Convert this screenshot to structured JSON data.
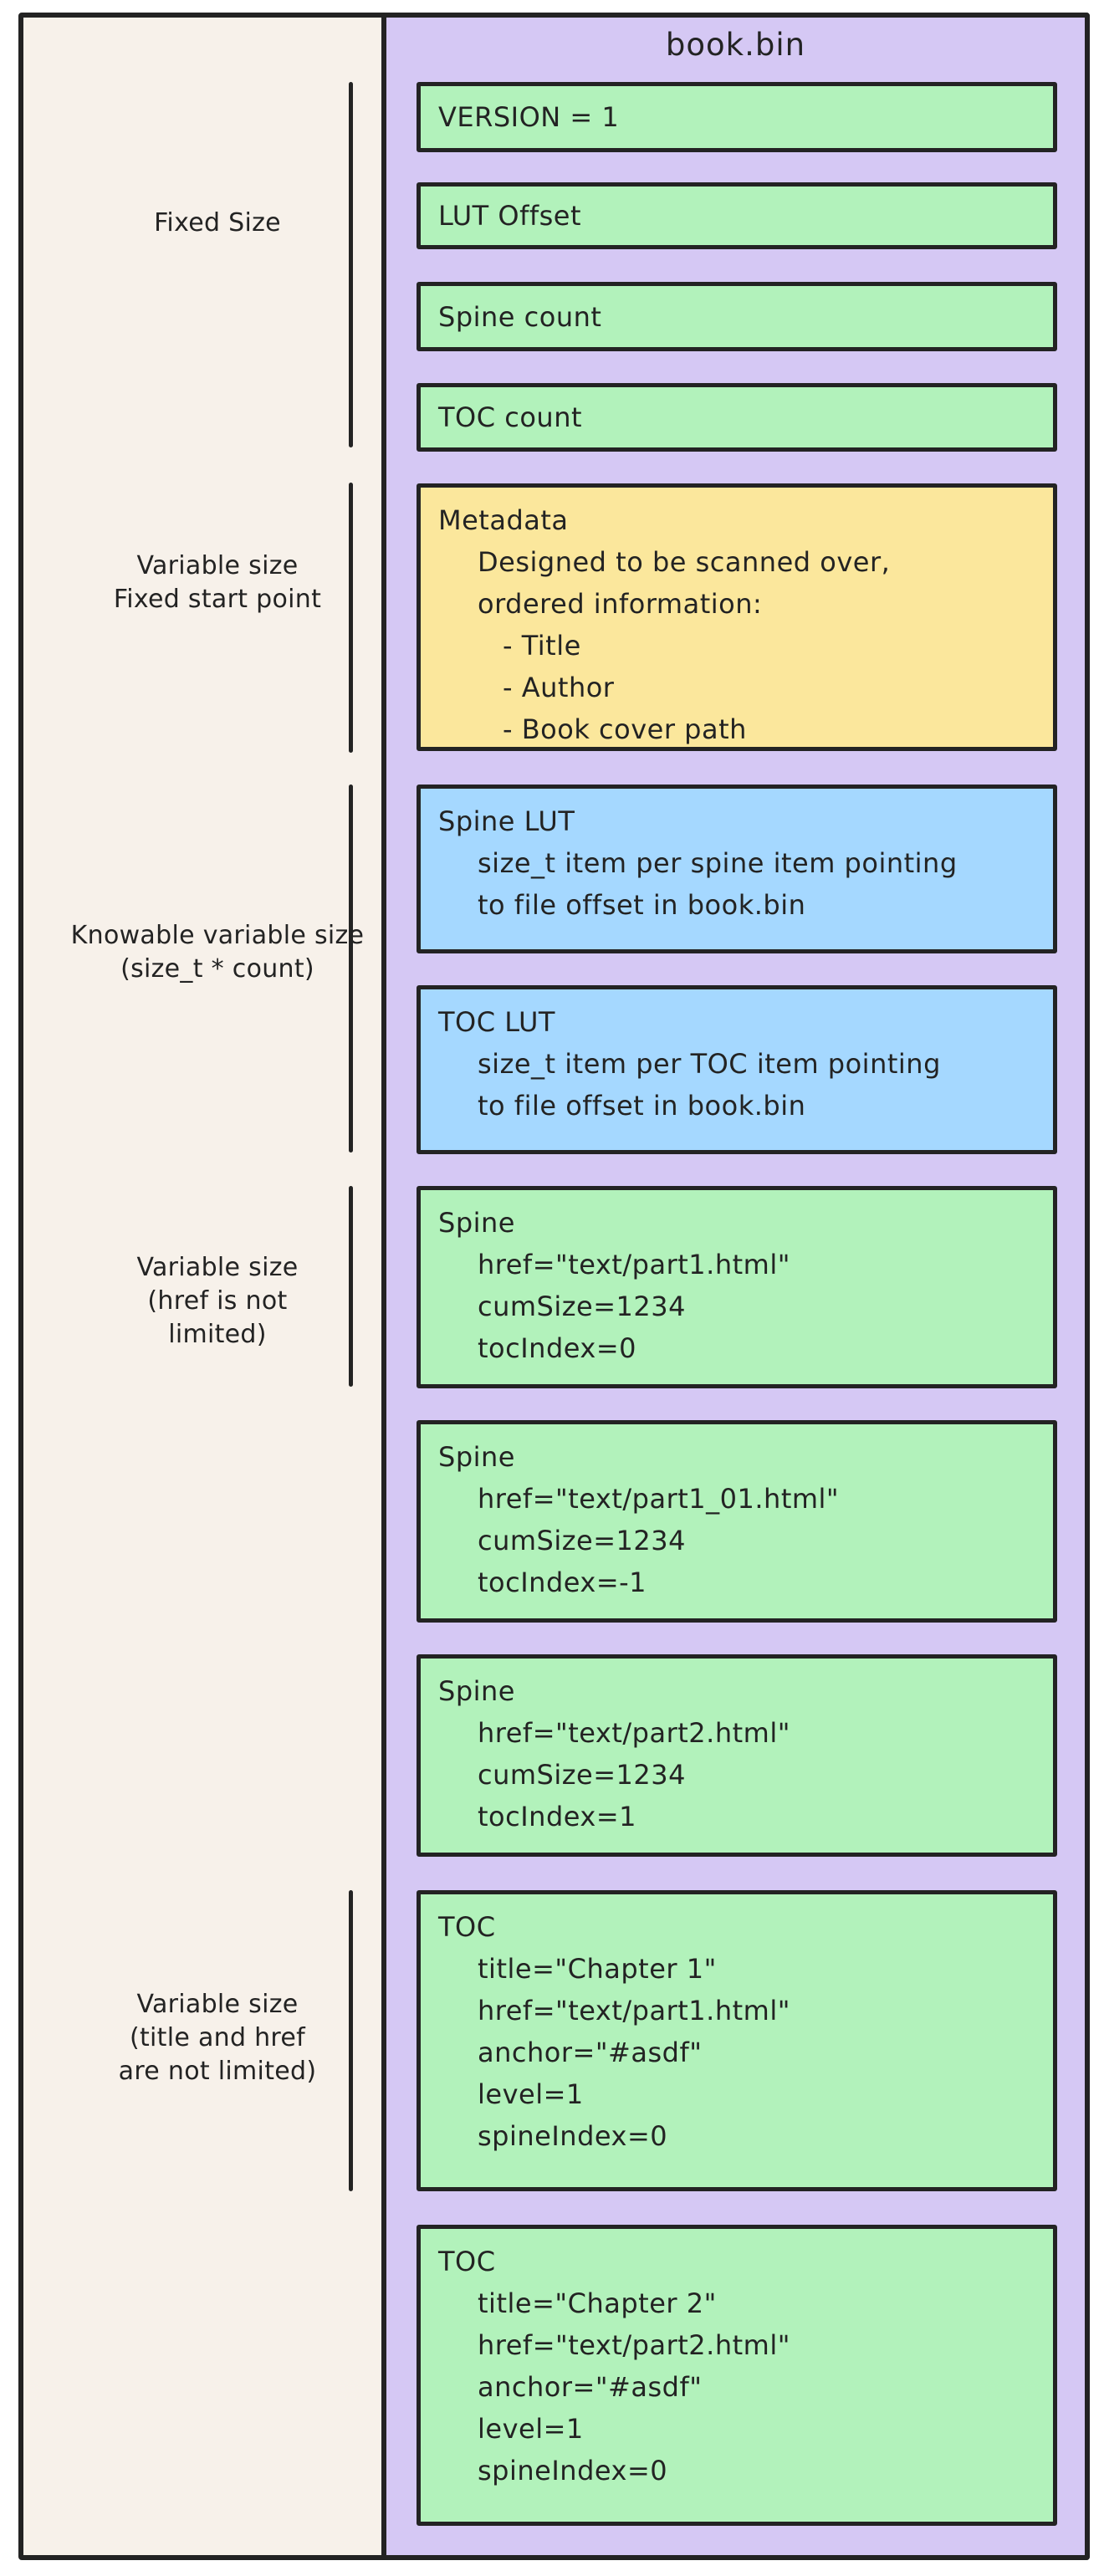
{
  "diagram": {
    "title": "book.bin"
  },
  "colors": {
    "panel_purple": "#d5c8f4",
    "record_green": "#b2f2bb",
    "record_blue": "#a5d8ff",
    "record_yellow": "#fbe79c",
    "frame_cream": "#f7f1ea",
    "stroke": "#232323"
  },
  "side_labels": [
    {
      "lines": [
        "Fixed Size"
      ]
    },
    {
      "lines": [
        "Variable size",
        "Fixed start point"
      ]
    },
    {
      "lines": [
        "Knowable variable size",
        "(size_t * count)"
      ]
    },
    {
      "lines": [
        "Variable size",
        "(href is not",
        "limited)"
      ]
    },
    {
      "lines": [
        "Variable size",
        "(title and href",
        "are not limited)"
      ]
    }
  ],
  "boxes": [
    {
      "name": "version",
      "color": "green",
      "lines": [
        {
          "text": "VERSION = 1",
          "indent": 0
        }
      ]
    },
    {
      "name": "lut-offset",
      "color": "green",
      "lines": [
        {
          "text": "LUT Offset",
          "indent": 0
        }
      ]
    },
    {
      "name": "spine-count",
      "color": "green",
      "lines": [
        {
          "text": "Spine count",
          "indent": 0
        }
      ]
    },
    {
      "name": "toc-count",
      "color": "green",
      "lines": [
        {
          "text": "TOC count",
          "indent": 0
        }
      ]
    },
    {
      "name": "metadata",
      "color": "yellow",
      "lines": [
        {
          "text": "Metadata",
          "indent": 0
        },
        {
          "text": "Designed to be scanned over,",
          "indent": 1
        },
        {
          "text": "ordered information:",
          "indent": 1
        },
        {
          "text": "- Title",
          "indent": 2
        },
        {
          "text": "- Author",
          "indent": 2
        },
        {
          "text": "- Book cover path",
          "indent": 2
        }
      ]
    },
    {
      "name": "spine-lut",
      "color": "blue",
      "lines": [
        {
          "text": "Spine LUT",
          "indent": 0
        },
        {
          "text": "size_t item per spine item pointing",
          "indent": 1
        },
        {
          "text": "to file offset in book.bin",
          "indent": 1
        }
      ]
    },
    {
      "name": "toc-lut",
      "color": "blue",
      "lines": [
        {
          "text": "TOC LUT",
          "indent": 0
        },
        {
          "text": "size_t item per TOC item pointing",
          "indent": 1
        },
        {
          "text": "to file offset in book.bin",
          "indent": 1
        }
      ]
    },
    {
      "name": "spine-record-1",
      "color": "green",
      "lines": [
        {
          "text": "Spine",
          "indent": 0
        },
        {
          "text": "href=\"text/part1.html\"",
          "indent": 1
        },
        {
          "text": "cumSize=1234",
          "indent": 1
        },
        {
          "text": "tocIndex=0",
          "indent": 1
        }
      ]
    },
    {
      "name": "spine-record-2",
      "color": "green",
      "lines": [
        {
          "text": "Spine",
          "indent": 0
        },
        {
          "text": "href=\"text/part1_01.html\"",
          "indent": 1
        },
        {
          "text": "cumSize=1234",
          "indent": 1
        },
        {
          "text": "tocIndex=-1",
          "indent": 1
        }
      ]
    },
    {
      "name": "spine-record-3",
      "color": "green",
      "lines": [
        {
          "text": "Spine",
          "indent": 0
        },
        {
          "text": "href=\"text/part2.html\"",
          "indent": 1
        },
        {
          "text": "cumSize=1234",
          "indent": 1
        },
        {
          "text": "tocIndex=1",
          "indent": 1
        }
      ]
    },
    {
      "name": "toc-record-1",
      "color": "green",
      "lines": [
        {
          "text": "TOC",
          "indent": 0
        },
        {
          "text": "title=\"Chapter 1\"",
          "indent": 1
        },
        {
          "text": "href=\"text/part1.html\"",
          "indent": 1
        },
        {
          "text": "anchor=\"#asdf\"",
          "indent": 1
        },
        {
          "text": "level=1",
          "indent": 1
        },
        {
          "text": "spineIndex=0",
          "indent": 1
        }
      ]
    },
    {
      "name": "toc-record-2",
      "color": "green",
      "lines": [
        {
          "text": "TOC",
          "indent": 0
        },
        {
          "text": "title=\"Chapter 2\"",
          "indent": 1
        },
        {
          "text": "href=\"text/part2.html\"",
          "indent": 1
        },
        {
          "text": "anchor=\"#asdf\"",
          "indent": 1
        },
        {
          "text": "level=1",
          "indent": 1
        },
        {
          "text": "spineIndex=0",
          "indent": 1
        }
      ]
    }
  ]
}
